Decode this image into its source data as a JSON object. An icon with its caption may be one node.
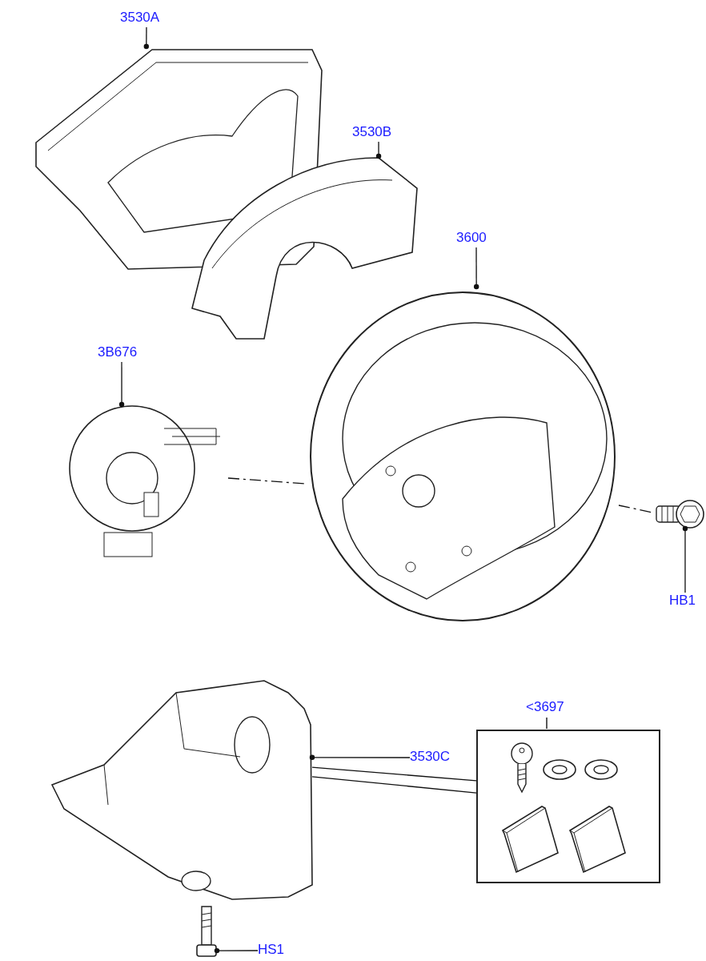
{
  "diagram": {
    "nodes": [
      {
        "text": [
          "3530A"
        ]
      },
      {
        "text": [],
        "shape": "picture"
      },
      {
        "text": [
          "3530B"
        ]
      },
      {
        "text": [],
        "shape": "picture"
      },
      {
        "text": [
          "3600"
        ]
      },
      {
        "text": [],
        "shape": "picture"
      },
      {
        "text": [
          "3B676"
        ]
      },
      {
        "text": [],
        "shape": "picture"
      },
      {
        "text": [
          "HB1"
        ]
      },
      {
        "text": [],
        "shape": "picture"
      },
      {
        "text": [
          "3530C"
        ]
      },
      {
        "text": [],
        "shape": "picture"
      },
      {
        "text": [
          "<3697"
        ]
      },
      {
        "text": [],
        "shape": "picture",
        "in": 12
      },
      {
        "text": [],
        "shape": "picture",
        "in": 12
      },
      {
        "text": [],
        "shape": "picture",
        "in": 12
      },
      {
        "text": [],
        "shape": "picture",
        "in": 12
      },
      {
        "text": [],
        "shape": "picture",
        "in": 12
      },
      {
        "text": [
          "HS1"
        ]
      },
      {
        "text": [],
        "shape": "picture"
      }
    ],
    "edges": [
      {
        "from": 0,
        "to": 1,
        "arrow": "other"
      },
      {
        "from": 2,
        "to": 3,
        "arrow": "other"
      },
      {
        "from": 4,
        "to": 5,
        "arrow": "other"
      },
      {
        "from": 6,
        "to": 7,
        "arrow": "other"
      },
      {
        "from": 8,
        "to": 9,
        "arrow": "other"
      },
      {
        "from": 10,
        "to": 11,
        "arrow": "other"
      },
      {
        "from": 12,
        "to": 11,
        "arrow": "none"
      },
      {
        "from": 12,
        "to": 11,
        "arrow": "none"
      },
      {
        "from": 18,
        "to": 19,
        "arrow": "other"
      },
      {
        "from": 7,
        "to": 5,
        "arrow": "none",
        "style": "dashed"
      },
      {
        "from": 5,
        "to": 9,
        "arrow": "none",
        "style": "dashed"
      }
    ]
  }
}
